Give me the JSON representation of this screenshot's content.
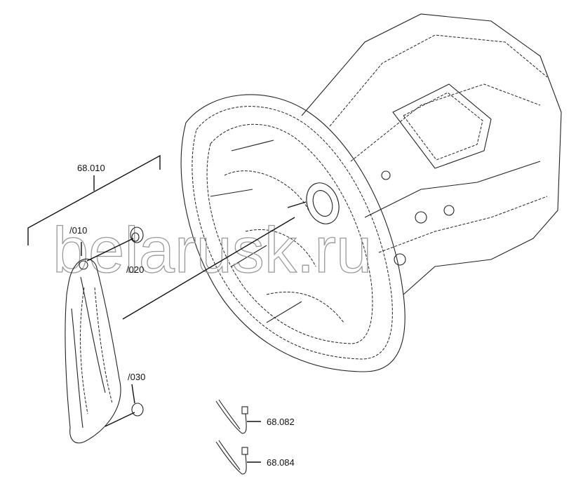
{
  "labels": {
    "assembly": "68.010",
    "part_010": "/010",
    "part_020": "/020",
    "part_030": "/030",
    "part_082": "68.082",
    "part_084": "68.084"
  },
  "watermark": "belarusk.ru"
}
